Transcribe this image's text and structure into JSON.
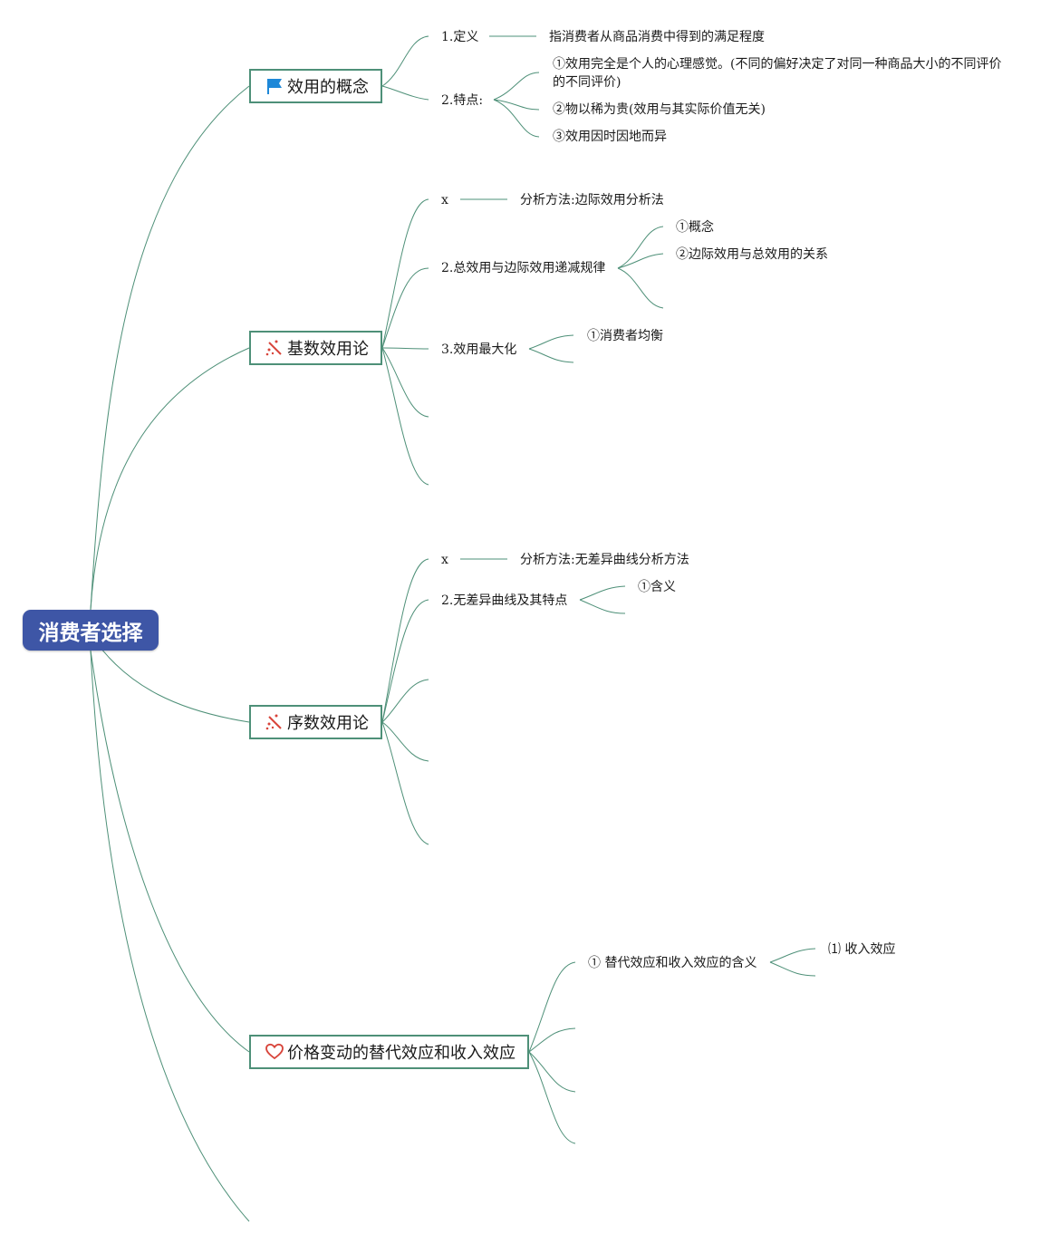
{
  "root": {
    "label": "消费者选择"
  },
  "topics": {
    "utility_concept": {
      "label": "效用的概念",
      "icon": "flag-icon",
      "children": {
        "definition": {
          "label": "1.定义",
          "detail": "指消费者从商品消费中得到的满足程度"
        },
        "features": {
          "label": "2.特点:",
          "items": [
            "①效用完全是个人的心理感觉。(不同的偏好决定了对同一种商品大小的不同评价的不同评价)",
            "②物以稀为贵(效用与其实际价值无关)",
            "③效用因时因地而异"
          ]
        }
      }
    },
    "cardinal_utility": {
      "label": "基数效用论",
      "icon": "sparkle-wand-icon",
      "children": {
        "method": {
          "label": "x",
          "detail": "分析方法:边际效用分析法"
        },
        "law": {
          "label": "2.总效用与边际效用递减规律",
          "items": [
            "①概念",
            "②边际效用与总效用的关系"
          ]
        },
        "maximize": {
          "label": "3.效用最大化",
          "items": [
            "①消费者均衡"
          ]
        }
      }
    },
    "ordinal_utility": {
      "label": "序数效用论",
      "icon": "sparkle-wand-icon",
      "children": {
        "method": {
          "label": "x",
          "detail": "分析方法:无差异曲线分析方法"
        },
        "indifference": {
          "label": "2.无差异曲线及其特点",
          "items": [
            "①含义"
          ]
        }
      }
    },
    "price_effects": {
      "label": "价格变动的替代效应和收入效应",
      "icon": "heart-icon",
      "children": {
        "meaning": {
          "label": "① 替代效应和收入效应的含义",
          "items": [
            "⑴ 收入效应"
          ]
        }
      }
    }
  },
  "colors": {
    "root_fill": "#3e56a6",
    "link_stroke": "#4e9078",
    "flag": "#1e88d8",
    "wand": "#d8443a",
    "heart": "#d8443a"
  }
}
